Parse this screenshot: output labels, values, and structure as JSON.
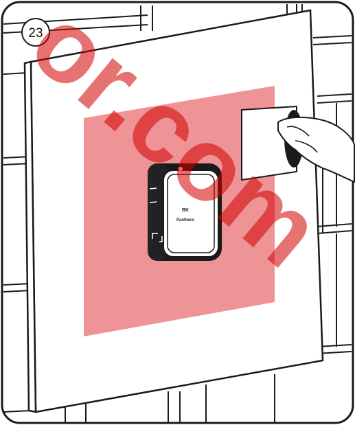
{
  "step": {
    "number": "23"
  },
  "device": {
    "brand_line1": "BK",
    "brand_line2": "Panthern"
  },
  "watermark": {
    "text": "or.com"
  },
  "colors": {
    "highlight_zone": "#ee9396",
    "outline": "#1a1a1a",
    "watermark": "#d40000"
  }
}
